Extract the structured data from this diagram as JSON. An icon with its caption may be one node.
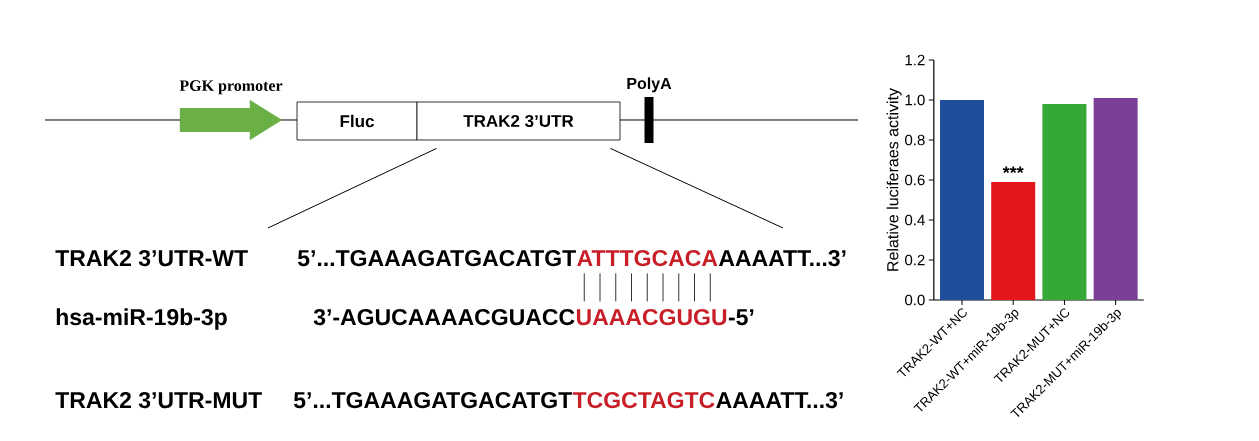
{
  "diagram": {
    "nodes": [
      {
        "text": [
          "PGK promoter"
        ]
      },
      {
        "text": [
          "Fluc"
        ]
      },
      {
        "text": [
          "TRAK2 3’UTR"
        ]
      },
      {
        "text": [
          "PolyA"
        ]
      }
    ],
    "edges": [
      {
        "from": 2,
        "to": null,
        "arrow": "none"
      },
      {
        "from": 2,
        "to": null,
        "arrow": "none"
      }
    ],
    "labels": [
      "TRAK2 3’UTR-WT",
      "5’...TGAAAGATGACATGT",
      "ATTTGCACA",
      "AAAATT...3’",
      "hsa-miR-19b-3p",
      "3’-AGUCAAAACGUACC",
      "UAAACGUGU",
      "-5’",
      "TRAK2 3’UTR-MUT",
      "5’...TGAAAGATGACATGT",
      "TCGCTAGTC",
      "AAAATT...3’"
    ],
    "chart_data": {
      "type": "bar",
      "ylabel": "Relative luciferaes activity",
      "categories": [
        "TRAK2-WT+NC",
        "TRAK2-WT+miR-19b-3p",
        "TRAK2-MUT+NC",
        "TRAK2-MUT+miR-19b-3p"
      ],
      "series": [
        {
          "color": "#1f4e9c",
          "values": [
            1.0,
            null,
            null,
            null
          ]
        },
        {
          "color": "#e3161b",
          "values": [
            null,
            0.59,
            null,
            null
          ]
        },
        {
          "color": "#35a835",
          "values": [
            null,
            null,
            0.98,
            null
          ]
        },
        {
          "color": "#7b3f98",
          "values": [
            null,
            null,
            null,
            1.01
          ]
        }
      ],
      "ylim": [
        0,
        1.2
      ],
      "yticks": [
        {
          "value": 0,
          "label": "0.0"
        },
        {
          "value": 0.2,
          "label": "0.2"
        },
        {
          "value": 0.4,
          "label": "0.4"
        },
        {
          "value": 0.6,
          "label": "0.6"
        },
        {
          "value": 0.8,
          "label": "0.8"
        },
        {
          "value": 1.0,
          "label": "1.0"
        },
        {
          "value": 1.2,
          "label": "1.2"
        }
      ],
      "annotations": [
        "***"
      ]
    }
  }
}
